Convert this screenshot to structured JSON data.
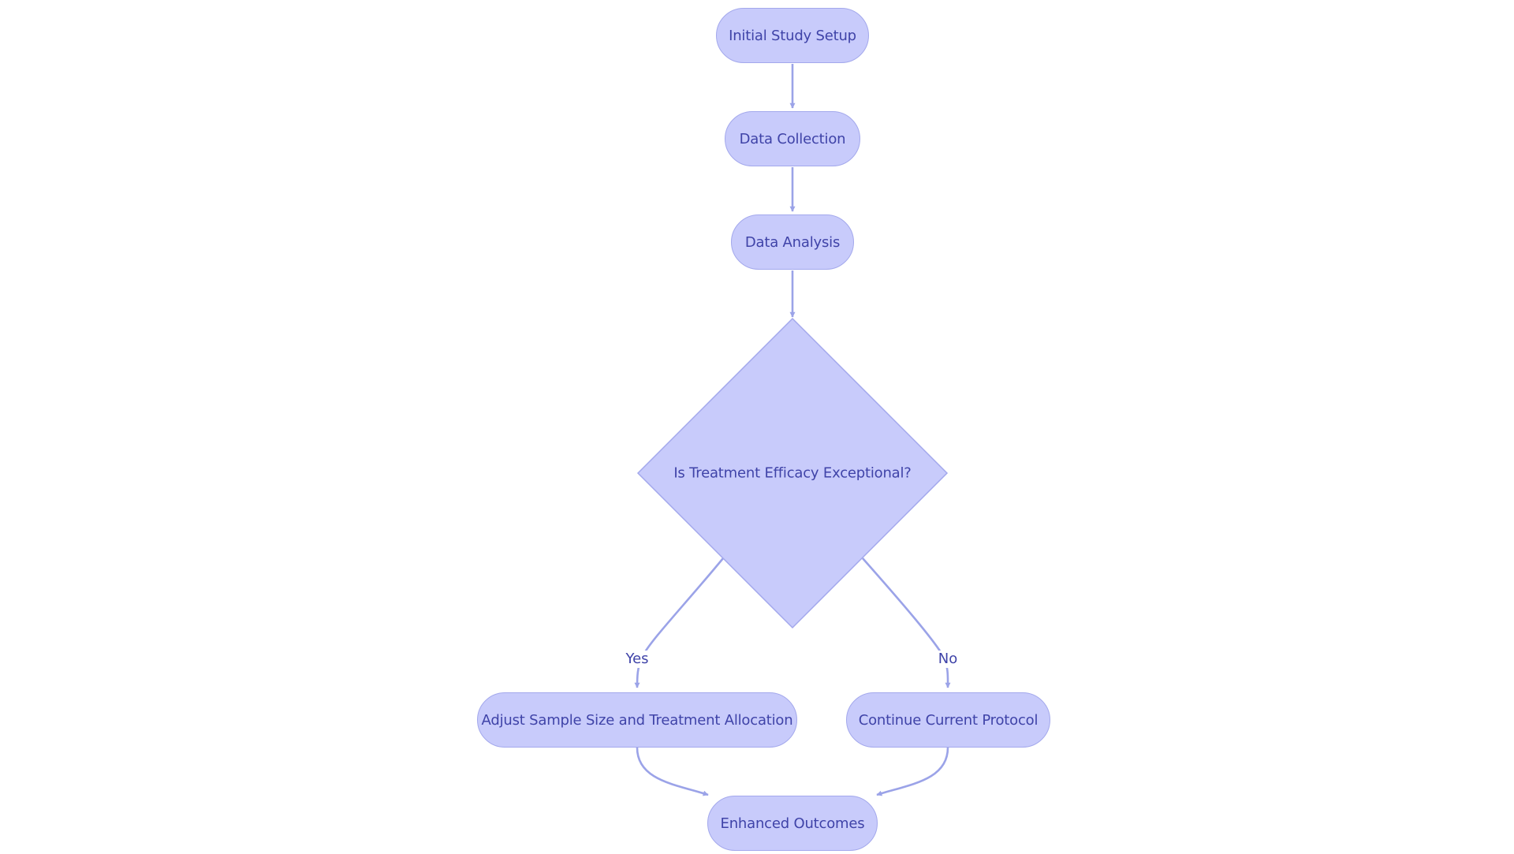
{
  "nodes": {
    "initial_setup": "Initial Study Setup",
    "data_collection": "Data Collection",
    "data_analysis": "Data Analysis",
    "decision": "Is Treatment Efficacy Exceptional?",
    "adjust": "Adjust Sample Size and Treatment Allocation",
    "continue": "Continue Current Protocol",
    "enhanced": "Enhanced Outcomes"
  },
  "edge_labels": {
    "yes": "Yes",
    "no": "No"
  },
  "colors": {
    "node_fill": "#c8cbfb",
    "node_border": "#a3a8ec",
    "text": "#3f43a8",
    "edge": "#9ba3e8"
  }
}
